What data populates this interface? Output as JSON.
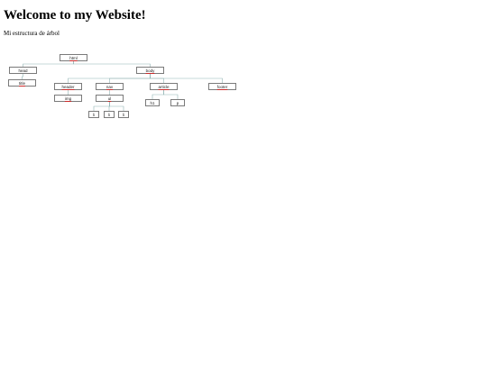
{
  "page": {
    "title": "Welcome to my Website!",
    "subtitle": "Mi estructura de árbol"
  },
  "colors": {
    "node_border": "#7a7a7a",
    "edge": "#8fb3b3",
    "underline": "#cc2a2a"
  },
  "tree": {
    "nodes": [
      {
        "id": "html",
        "label": "html",
        "underlined": true
      },
      {
        "id": "head",
        "label": "head",
        "underlined": false
      },
      {
        "id": "body",
        "label": "body",
        "underlined": true
      },
      {
        "id": "title",
        "label": "title",
        "underlined": true
      },
      {
        "id": "header",
        "label": "header",
        "underlined": true
      },
      {
        "id": "nav",
        "label": "nav",
        "underlined": true
      },
      {
        "id": "article",
        "label": "article",
        "underlined": true
      },
      {
        "id": "footer",
        "label": "footer",
        "underlined": true
      },
      {
        "id": "img",
        "label": "img",
        "underlined": true
      },
      {
        "id": "ul",
        "label": "ul",
        "underlined": true
      },
      {
        "id": "h1",
        "label": "h1",
        "underlined": false
      },
      {
        "id": "p",
        "label": "p",
        "underlined": false
      },
      {
        "id": "li1",
        "label": "li",
        "underlined": false
      },
      {
        "id": "li2",
        "label": "li",
        "underlined": false
      },
      {
        "id": "li3",
        "label": "li",
        "underlined": false
      }
    ],
    "edges": [
      [
        "html",
        "head"
      ],
      [
        "html",
        "body"
      ],
      [
        "head",
        "title"
      ],
      [
        "body",
        "header"
      ],
      [
        "body",
        "nav"
      ],
      [
        "body",
        "article"
      ],
      [
        "body",
        "footer"
      ],
      [
        "header",
        "img"
      ],
      [
        "nav",
        "ul"
      ],
      [
        "article",
        "h1"
      ],
      [
        "article",
        "p"
      ],
      [
        "ul",
        "li1"
      ],
      [
        "ul",
        "li2"
      ],
      [
        "ul",
        "li3"
      ]
    ]
  }
}
